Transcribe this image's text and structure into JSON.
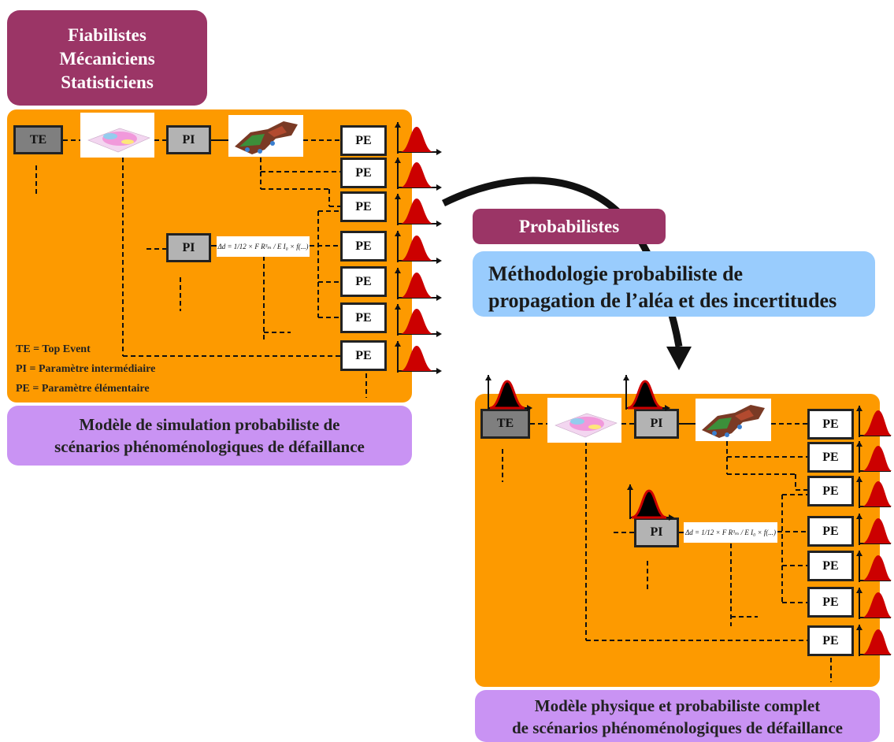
{
  "top_box": {
    "lines": [
      "Fiabilistes",
      "Mécaniciens",
      "Statisticiens"
    ]
  },
  "probabilistes_label": "Probabilistes",
  "methodology": {
    "line1": "Méthodologie probabiliste de",
    "line2": "propagation de l’aléa et des incertitudes"
  },
  "left_model": {
    "caption_line1": "Modèle de simulation probabiliste de",
    "caption_line2": "scénarios phénoménologiques de défaillance",
    "te": "TE",
    "pi1": "PI",
    "pi2": "PI",
    "pe": "PE",
    "legend": [
      "TE = Top Event",
      "PI =  Paramètre intermédiaire",
      "PE = Paramètre élémentaire"
    ]
  },
  "right_model": {
    "caption_line1": "Modèle physique et probabiliste complet",
    "caption_line2": "de scénarios phénoménologiques de défaillance",
    "te": "TE",
    "pi1": "PI",
    "pi2": "PI",
    "pe": "PE"
  },
  "formula": "Δd = 1/12 × F R³ₘ / E I₀ × f(...)",
  "colors": {
    "panel": "#fd9a00",
    "purple": "#9b3566",
    "blue": "#99ccfd",
    "lilac": "#c993f3",
    "curve": "#cc0000"
  }
}
